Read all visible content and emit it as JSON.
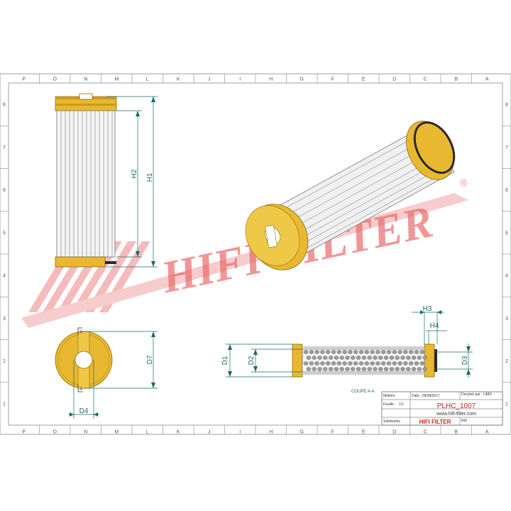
{
  "border": {
    "columns": [
      "P",
      "O",
      "N",
      "M",
      "L",
      "K",
      "J",
      "I",
      "H",
      "G",
      "F",
      "E",
      "D",
      "C",
      "B",
      "A"
    ],
    "rows": [
      "8",
      "7",
      "6",
      "5",
      "4",
      "3",
      "2",
      "1"
    ]
  },
  "watermark": {
    "text": "HIFI FILTER",
    "registered": "®"
  },
  "dimensions": {
    "h1": "H1",
    "h2": "H2",
    "d7": "D7",
    "d4": "D4",
    "d1": "D1",
    "d2": "D2",
    "d3": "D3",
    "h3": "H3",
    "h4": "H4"
  },
  "section": {
    "label": "COUPE A-A",
    "mark": "A"
  },
  "title_block": {
    "material_label": "Matière",
    "date_label": "Date : 28/08/2017",
    "designer_label": "Dessiné par : LIMO",
    "sheet_label": "Feuille :",
    "sheet_value": "1/1",
    "part_number": "PLHC_1007",
    "website": "www.hifi-filter.com",
    "software_label": "Solidworks",
    "brand": "HIFI FILTER",
    "ref_label": "Réf"
  },
  "colors": {
    "cap": "#e8b830",
    "cap_dark": "#b88a10",
    "watermark": "#e03a3a",
    "title_red": "#d0201a",
    "dim_line": "#1a6a6a"
  }
}
